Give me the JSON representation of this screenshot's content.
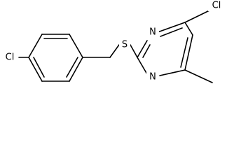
{
  "structure": {
    "atoms": {
      "cl_left": "Cl",
      "sulfur": "S",
      "n_top": "N",
      "n_bottom": "N",
      "cl_right": "Cl"
    }
  },
  "colors": {
    "bond": "#000000",
    "label": "#000000",
    "background": "#ffffff"
  }
}
